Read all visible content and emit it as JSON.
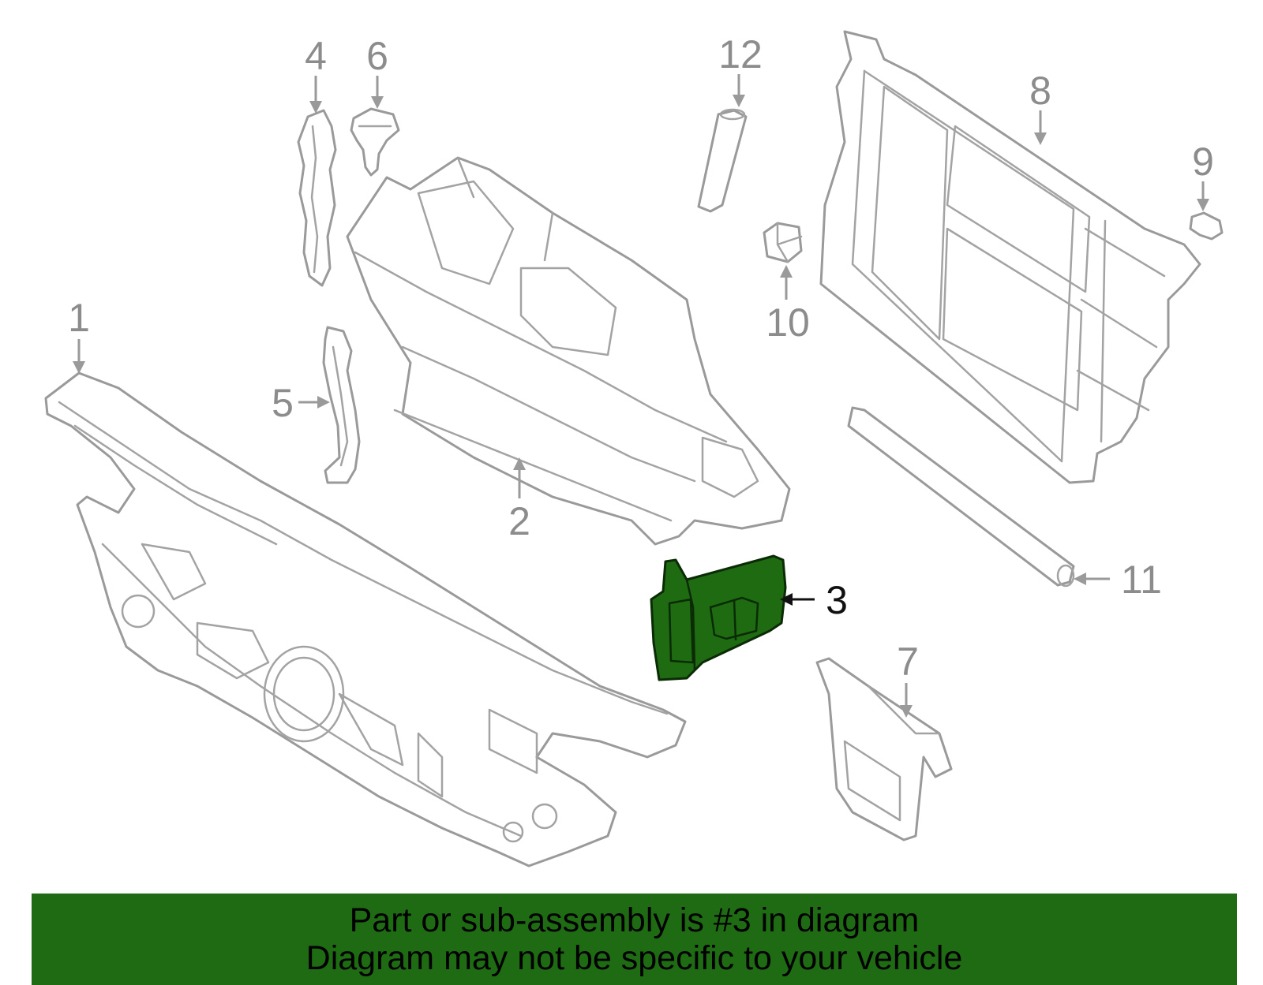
{
  "diagram": {
    "callouts": [
      {
        "id": "1",
        "label": "1"
      },
      {
        "id": "2",
        "label": "2"
      },
      {
        "id": "3",
        "label": "3",
        "highlighted": true
      },
      {
        "id": "4",
        "label": "4"
      },
      {
        "id": "5",
        "label": "5"
      },
      {
        "id": "6",
        "label": "6"
      },
      {
        "id": "7",
        "label": "7"
      },
      {
        "id": "8",
        "label": "8"
      },
      {
        "id": "9",
        "label": "9"
      },
      {
        "id": "10",
        "label": "10"
      },
      {
        "id": "11",
        "label": "11"
      },
      {
        "id": "12",
        "label": "12"
      }
    ],
    "highlight_color": "#1f6b14",
    "line_color": "#9a9a9a"
  },
  "banner": {
    "line1": "Part or sub-assembly is #3 in diagram",
    "line2": "Diagram may not be specific to your vehicle",
    "background": "#1f6b14"
  }
}
